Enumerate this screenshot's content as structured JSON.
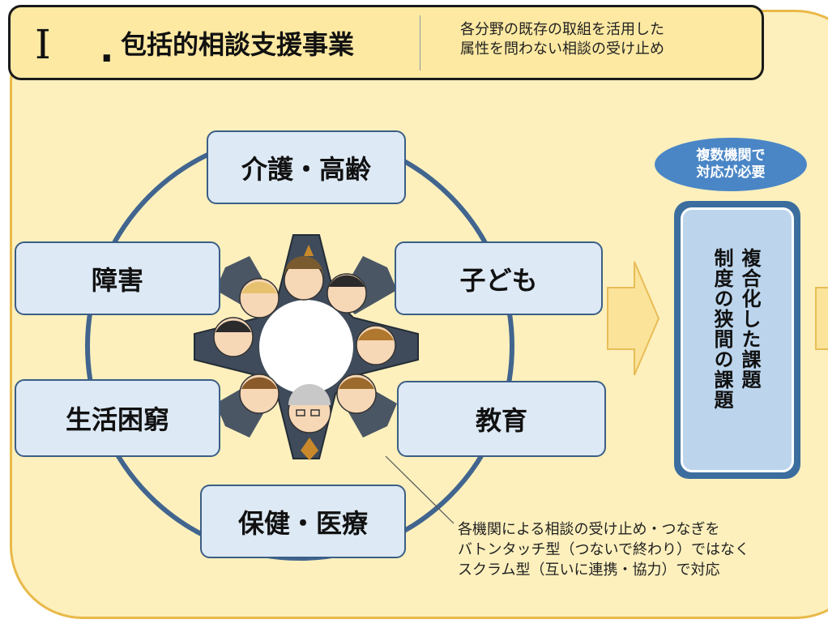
{
  "header": {
    "numeral": "I",
    "dot": ".",
    "title": "包括的相談支援事業",
    "subtitle": "各分野の既存の取組を活用した\n属性を問わない相談の受け止め"
  },
  "categories": {
    "care": "介護・高齢",
    "disability": "障害",
    "children": "子ども",
    "poverty": "生活困窮",
    "education": "教育",
    "health": "保健・医療"
  },
  "badge": {
    "text": "複数機関で\n対応が必要"
  },
  "issue": {
    "line1": "複合化した課題",
    "line2": "制度の狭間の課題"
  },
  "note": {
    "line1": "各機関による相談の受け止め・つなぎを",
    "line2": "バトンタッチ型（つないで終わり）ではなく",
    "line3": "スクラム型（互いに連携・協力）で対応"
  },
  "colors": {
    "panel": "#fdf0bd",
    "header": "#fde9a2",
    "box_fill": "#dde9f5",
    "box_border": "#3b5e86",
    "arrow_fill": "#fbe39a",
    "badge": "#4a86c6",
    "issue_box": "#bcd5ec"
  }
}
